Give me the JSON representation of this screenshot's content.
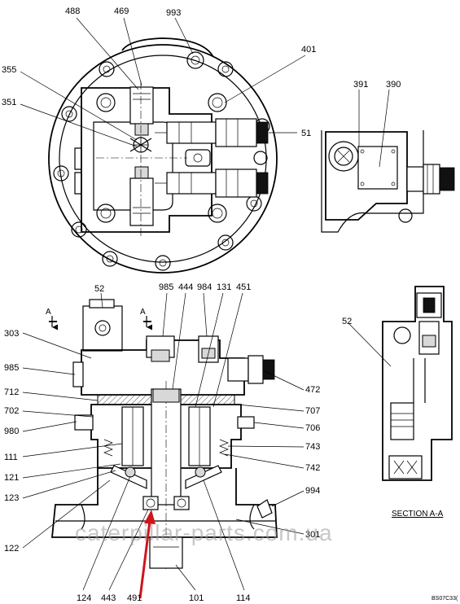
{
  "labels": {
    "l488": "488",
    "l469": "469",
    "l993": "993",
    "l401": "401",
    "l355": "355",
    "l351": "351",
    "l51": "51",
    "l391": "391",
    "l390": "390",
    "l52a": "52",
    "l985a": "985",
    "l444": "444",
    "l984": "984",
    "l131": "131",
    "l451": "451",
    "l303": "303",
    "l985b": "985",
    "l712": "712",
    "l702": "702",
    "l980": "980",
    "l111": "111",
    "l121": "121",
    "l123": "123",
    "l122": "122",
    "l472": "472",
    "l707": "707",
    "l706": "706",
    "l743": "743",
    "l742": "742",
    "l994": "994",
    "l301": "301",
    "l124": "124",
    "l443": "443",
    "l491": "491",
    "l101": "101",
    "l114": "114",
    "l52b": "52"
  },
  "section_marks": {
    "a_left": "A",
    "a_right": "A"
  },
  "section_title": "SECTION  A-A",
  "drawing_code": "BS07C33(",
  "watermark": "caterpillar-parts.com.ua",
  "colors": {
    "line": "#000000",
    "pointer_arrow": "#d0141c",
    "watermark": "#9a9a9a"
  }
}
